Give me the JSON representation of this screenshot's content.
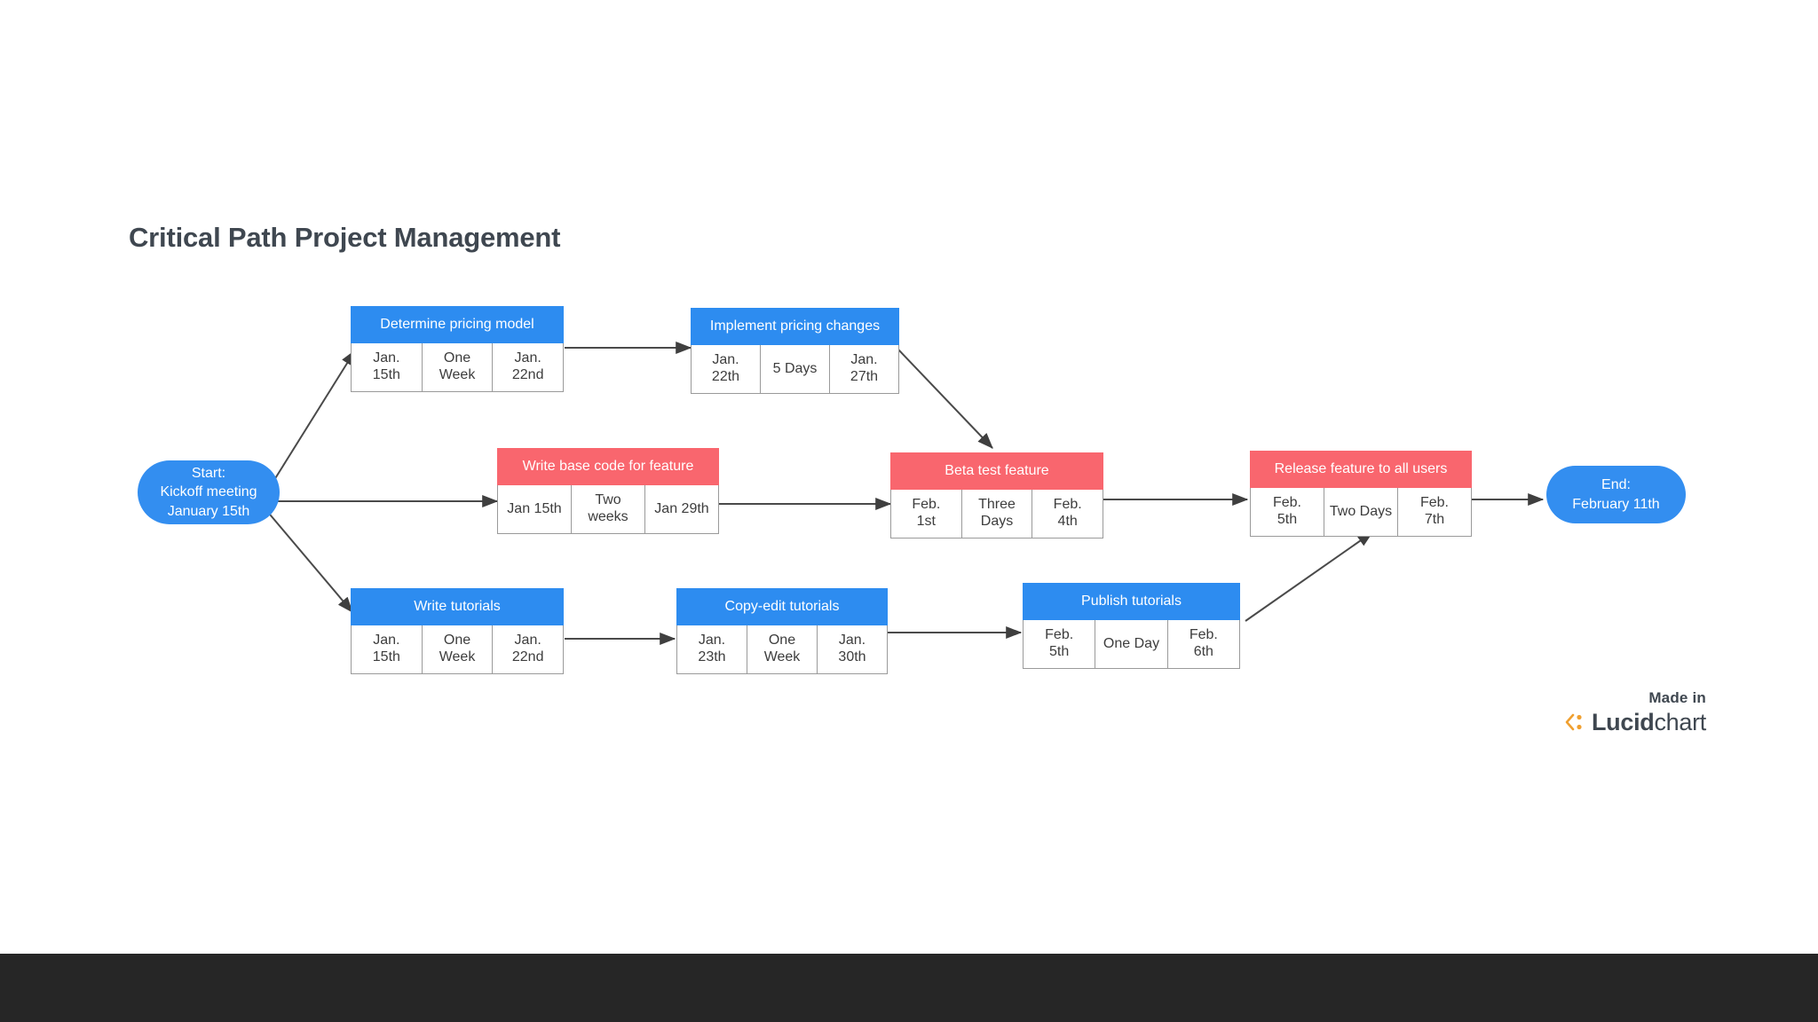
{
  "page": {
    "background": "#ffffff",
    "bottom_bar_color": "#262626"
  },
  "title": "Critical Path Project Management",
  "colors": {
    "node_blue": "#2d8cf0",
    "node_red": "#f9666e",
    "terminator_blue": "#338ef0",
    "cell_border": "#9a9a9a",
    "connector": "#4a4a4a",
    "title_text": "#3f4750"
  },
  "terminators": [
    {
      "id": "start",
      "name": "start-node",
      "lines": [
        "Start:",
        "Kickoff meeting",
        "January 15th"
      ]
    },
    {
      "id": "end",
      "name": "end-node",
      "lines": [
        "End:",
        "February 11th"
      ]
    }
  ],
  "tasks": [
    {
      "id": "determine-pricing-model",
      "title": "Determine pricing model",
      "color": "blue",
      "start": "Jan.\n15th",
      "duration": "One\nWeek",
      "finish": "Jan.\n22nd"
    },
    {
      "id": "implement-pricing-changes",
      "title": "Implement pricing changes",
      "color": "blue",
      "start": "Jan.\n22th",
      "duration": "5 Days",
      "finish": "Jan.\n27th"
    },
    {
      "id": "write-base-code-for-feature",
      "title": "Write base code for feature",
      "color": "red",
      "start": "Jan 15th",
      "duration": "Two\nweeks",
      "finish": "Jan 29th"
    },
    {
      "id": "beta-test-feature",
      "title": "Beta test feature",
      "color": "red",
      "start": "Feb.\n1st",
      "duration": "Three\nDays",
      "finish": "Feb.\n4th"
    },
    {
      "id": "release-feature-to-all-users",
      "title": "Release feature to all users",
      "color": "red",
      "start": "Feb.\n5th",
      "duration": "Two Days",
      "finish": "Feb.\n7th"
    },
    {
      "id": "write-tutorials",
      "title": "Write tutorials",
      "color": "blue",
      "start": "Jan.\n15th",
      "duration": "One\nWeek",
      "finish": "Jan.\n22nd"
    },
    {
      "id": "copy-edit-tutorials",
      "title": "Copy-edit tutorials",
      "color": "blue",
      "start": "Jan.\n23th",
      "duration": "One\nWeek",
      "finish": "Jan.\n30th"
    },
    {
      "id": "publish-tutorials",
      "title": "Publish tutorials",
      "color": "blue",
      "start": "Feb.\n5th",
      "duration": "One Day",
      "finish": "Feb.\n6th"
    }
  ],
  "logo": {
    "made_in": "Made in",
    "word_bold": "Lucid",
    "word_light": "chart"
  }
}
